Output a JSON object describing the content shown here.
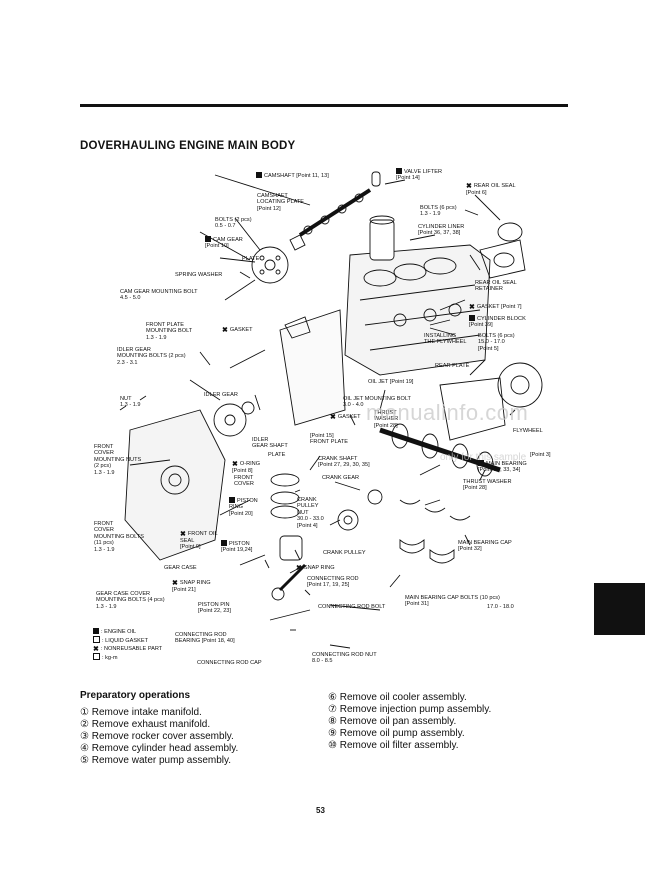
{
  "section_title": "DOVERHAULING ENGINE MAIN BODY",
  "labels": [
    {
      "id": "camshaft",
      "lines": [
        "CAMSHAFT [Point 11, 13]"
      ],
      "icon": "fill"
    },
    {
      "id": "valve-lifter",
      "lines": [
        "VALVE LIFTER",
        "[Point 14]"
      ],
      "icon": "fill"
    },
    {
      "id": "rear-oil-seal",
      "lines": [
        "REAR OIL SEAL",
        "[Point 6]"
      ],
      "icon": "x"
    },
    {
      "id": "camshaft-plate",
      "lines": [
        "CAMSHAFT",
        "LOCATING PLATE",
        "[Point 12]"
      ]
    },
    {
      "id": "bolts-6",
      "lines": [
        "BOLTS (6 pcs)",
        "1.3 - 1.9"
      ]
    },
    {
      "id": "bolts-2",
      "lines": [
        "BOLTS (2 pcs)",
        "0.5 - 0.7"
      ]
    },
    {
      "id": "cam-gear",
      "lines": [
        "CAM GEAR",
        "[Point 10]"
      ],
      "icon": "fill"
    },
    {
      "id": "cyl-liner",
      "lines": [
        "CYLINDER LINER",
        "[Point 36, 37, 38]"
      ]
    },
    {
      "id": "plate",
      "lines": [
        "PLATE"
      ]
    },
    {
      "id": "spring-washer",
      "lines": [
        "SPRING WASHER"
      ]
    },
    {
      "id": "rear-seal-retainer",
      "lines": [
        "REAR OIL SEAL",
        "RETAINER"
      ]
    },
    {
      "id": "cam-gear-bolt",
      "lines": [
        "CAM GEAR MOUNTING BOLT",
        "4.5 - 5.0"
      ]
    },
    {
      "id": "gasket-7",
      "lines": [
        "GASKET [Point 7]"
      ],
      "icon": "x"
    },
    {
      "id": "cyl-block",
      "lines": [
        "CYLINDER BLOCK",
        "[Point 39]"
      ],
      "icon": "fill"
    },
    {
      "id": "front-plate-bolt",
      "lines": [
        "FRONT PLATE",
        "MOUNTING BOLT",
        "1.3 - 1.9"
      ]
    },
    {
      "id": "gasket-a",
      "lines": [
        "GASKET"
      ],
      "icon": "x"
    },
    {
      "id": "flywheel-bolts",
      "lines": [
        "INSTALLING",
        "THE FLYWHEEL"
      ]
    },
    {
      "id": "flywheel-bolts-val",
      "lines": [
        "BOLTS (6 pcs)",
        "15.0 - 17.0",
        "[Point 5]"
      ]
    },
    {
      "id": "idler-bolts",
      "lines": [
        "IDLER GEAR",
        "MOUNTING BOLTS (2 pcs)",
        "2.3 - 3.1"
      ]
    },
    {
      "id": "rear-plate",
      "lines": [
        "REAR PLATE"
      ]
    },
    {
      "id": "oil-jet",
      "lines": [
        "OIL JET [Point 19]"
      ]
    },
    {
      "id": "nut",
      "lines": [
        "NUT",
        "1.3 - 1.9"
      ]
    },
    {
      "id": "idler-gear-lbl",
      "lines": [
        "IDLER GEAR"
      ]
    },
    {
      "id": "oil-jet-bolt",
      "lines": [
        "OIL JET MOUNTING BOLT",
        "3.0 - 4.0"
      ]
    },
    {
      "id": "gasket-b",
      "lines": [
        "GASKET"
      ],
      "icon": "x"
    },
    {
      "id": "thrust-washer-top",
      "lines": [
        "THRUST",
        "WASHER",
        "[Point 28]"
      ]
    },
    {
      "id": "flywheel",
      "lines": [
        "FLYWHEEL"
      ]
    },
    {
      "id": "front-cover-nuts",
      "lines": [
        "FRONT",
        "COVER",
        "MOUNTING NUTS",
        "(2 pcs)",
        "1.3 - 1.9"
      ]
    },
    {
      "id": "idler-shaft",
      "lines": [
        "IDLER",
        "GEAR SHAFT"
      ]
    },
    {
      "id": "point-15",
      "lines": [
        "[Point 15]",
        "FRONT PLATE"
      ]
    },
    {
      "id": "crank-shaft",
      "lines": [
        "CRANK SHAFT",
        "[Point 27, 29, 30, 35]"
      ]
    },
    {
      "id": "point-3",
      "lines": [
        "[Point 3]"
      ]
    },
    {
      "id": "main-bearing",
      "lines": [
        "MAIN BEARING",
        "[Point 28, 33, 34]"
      ],
      "icon": "fill"
    },
    {
      "id": "plate-2",
      "lines": [
        "PLATE"
      ]
    },
    {
      "id": "o-ring",
      "lines": [
        "O-RING",
        "[Point 8]"
      ],
      "icon": "x"
    },
    {
      "id": "front-cover",
      "lines": [
        "FRONT",
        "COVER"
      ]
    },
    {
      "id": "crank-gear",
      "lines": [
        "CRANK GEAR"
      ]
    },
    {
      "id": "thrust-washer",
      "lines": [
        "THRUST WASHER",
        "[Point 28]"
      ]
    },
    {
      "id": "piston-ring",
      "lines": [
        "PISTON",
        "RING",
        "[Point 20]"
      ],
      "icon": "fill"
    },
    {
      "id": "crank-pulley-nut",
      "lines": [
        "CRANK",
        "PULLEY",
        "NUT",
        "30.0 - 33.0",
        "[Point 4]"
      ]
    },
    {
      "id": "front-cover-bolts",
      "lines": [
        "FRONT",
        "COVER",
        "MOUNTING BOLTS",
        "(11 pcs)",
        "1.3 - 1.9"
      ]
    },
    {
      "id": "front-oil-seal",
      "lines": [
        "FRONT OIL",
        "SEAL",
        "[Point 9]"
      ],
      "icon": "x"
    },
    {
      "id": "piston",
      "lines": [
        "PISTON",
        "[Point 19,24]"
      ],
      "icon": "fill"
    },
    {
      "id": "main-cap",
      "lines": [
        "MAIN BEARING CAP",
        "[Point 32]"
      ]
    },
    {
      "id": "crank-pulley",
      "lines": [
        "CRANK PULLEY"
      ]
    },
    {
      "id": "gear-case",
      "lines": [
        "GEAR CASE"
      ]
    },
    {
      "id": "snap-ring-r",
      "lines": [
        "SNAP RING"
      ],
      "icon": "x"
    },
    {
      "id": "conn-rod",
      "lines": [
        "CONNECTING ROD",
        "[Point 17, 19, 25]"
      ]
    },
    {
      "id": "snap-ring-l",
      "lines": [
        "SNAP RING",
        "[Point 21]"
      ],
      "icon": "x"
    },
    {
      "id": "main-cap-bolts",
      "lines": [
        "MAIN BEARING CAP BOLTS (10 pcs)",
        "[Point 31]"
      ]
    },
    {
      "id": "main-cap-bolts-val",
      "lines": [
        "17.0 - 18.0"
      ]
    },
    {
      "id": "gear-case-cover",
      "lines": [
        "GEAR CASE COVER",
        "MOUNTING BOLTS (4 pcs)",
        "1.3 - 1.9"
      ]
    },
    {
      "id": "piston-pin",
      "lines": [
        "PISTON PIN",
        "[Point 22, 23]"
      ]
    },
    {
      "id": "conn-rod-bolt",
      "lines": [
        "CONNECTING ROD BOLT"
      ]
    },
    {
      "id": "conn-rod-bearing",
      "lines": [
        "CONNECTING ROD",
        "BEARING [Point 18, 40]"
      ]
    },
    {
      "id": "conn-rod-cap",
      "lines": [
        "CONNECTING ROD CAP"
      ]
    },
    {
      "id": "conn-rod-nut",
      "lines": [
        "CONNECTING ROD NUT",
        "8.0 - 8.5"
      ]
    }
  ],
  "legend": [
    {
      "icon": "fill",
      "text": ": ENGINE OIL"
    },
    {
      "icon": "sq",
      "text": ": LIQUID GASKET"
    },
    {
      "icon": "x",
      "text": ": NONREUSABLE PART"
    },
    {
      "icon": "sq",
      "text": ": kg-m"
    }
  ],
  "preparatory_title": "Preparatory operations",
  "ops_left": [
    "① Remove intake manifold.",
    "② Remove exhaust manifold.",
    "③ Remove rocker cover assembly.",
    "④ Remove cylinder head assembly.",
    "⑤ Remove water pump assembly."
  ],
  "ops_right": [
    "⑥ Remove oil cooler assembly.",
    "⑦ Remove injection pump assembly.",
    "⑧ Remove oil pan assembly.",
    "⑨ Remove oil pump assembly.",
    "⑩ Remove oil filter assembly."
  ],
  "page_number": "53",
  "watermark": "manualinfo.com",
  "watermark_sub": "only for this sample"
}
